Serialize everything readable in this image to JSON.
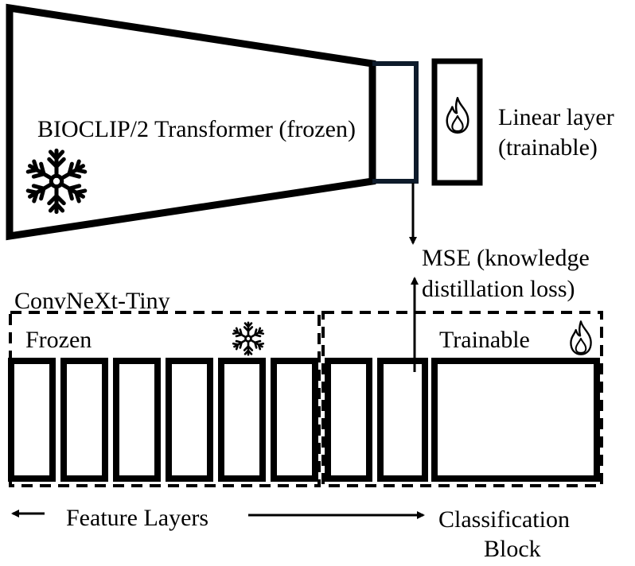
{
  "teacher": {
    "title": "BIOCLIP/2 Transformer (frozen)",
    "frozen_icon": "snowflake-icon"
  },
  "linear_layer": {
    "line1": "Linear layer",
    "line2": "(trainable)",
    "icon": "flame-icon"
  },
  "loss": {
    "line1": "MSE (knowledge",
    "line2": "distillation loss)"
  },
  "student": {
    "title": "ConvNeXt-Tiny",
    "frozen_label": "Frozen",
    "frozen_icon": "snowflake-icon",
    "trainable_label": "Trainable",
    "trainable_icon": "flame-icon",
    "frozen_layer_count": 6,
    "trainable_layer_count": 2
  },
  "footer": {
    "feature_layers": "Feature Layers",
    "classification_line1": "Classification",
    "classification_line2": "Block"
  },
  "colors": {
    "stroke": "#000000",
    "connector": "#0e1b2b",
    "background": "#ffffff"
  }
}
